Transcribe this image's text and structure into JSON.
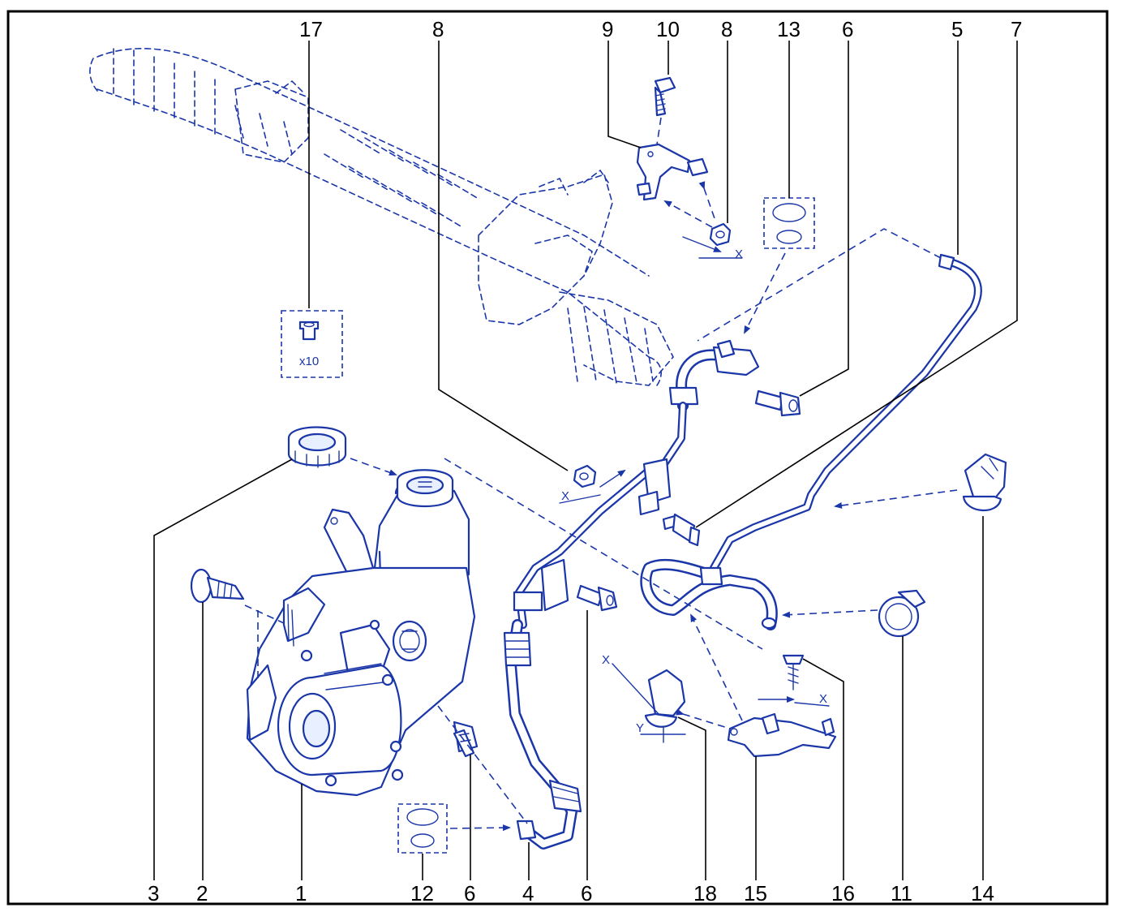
{
  "diagram": {
    "callouts_top": [
      "17",
      "8",
      "9",
      "10",
      "8",
      "13",
      "6",
      "5",
      "7"
    ],
    "callouts_bottom": [
      "3",
      "2",
      "1",
      "12",
      "6",
      "4",
      "6",
      "18",
      "15",
      "16",
      "11",
      "14"
    ],
    "quantity_label": "x10",
    "axis_labels": {
      "x1": "X",
      "x2": "X",
      "x3": "X",
      "x4": "X",
      "y1": "Y"
    }
  }
}
